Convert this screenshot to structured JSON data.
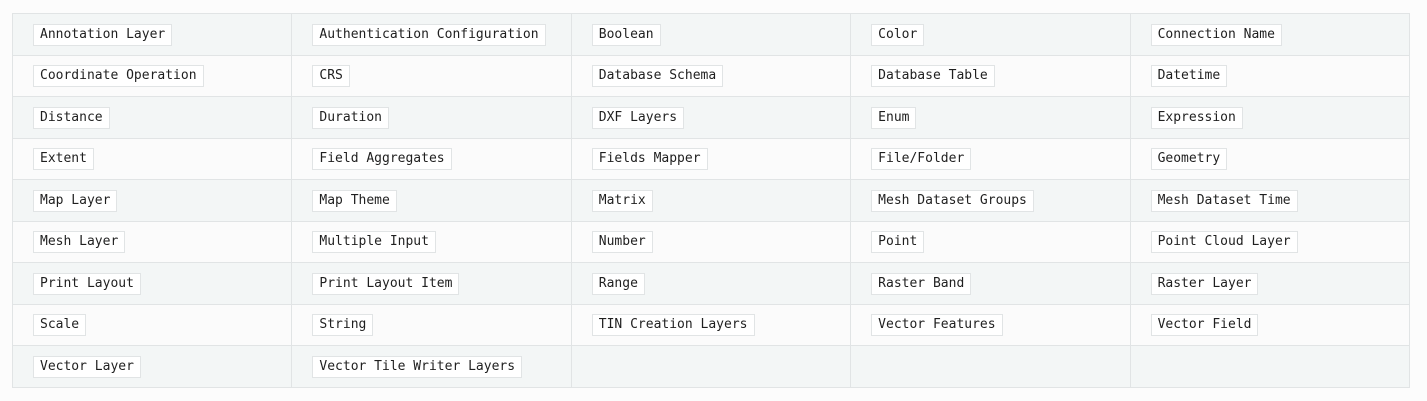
{
  "parameter_types": [
    [
      "Annotation Layer",
      "Authentication Configuration",
      "Boolean",
      "Color",
      "Connection Name"
    ],
    [
      "Coordinate Operation",
      "CRS",
      "Database Schema",
      "Database Table",
      "Datetime"
    ],
    [
      "Distance",
      "Duration",
      "DXF Layers",
      "Enum",
      "Expression"
    ],
    [
      "Extent",
      "Field Aggregates",
      "Fields Mapper",
      "File/Folder",
      "Geometry"
    ],
    [
      "Map Layer",
      "Map Theme",
      "Matrix",
      "Mesh Dataset Groups",
      "Mesh Dataset Time"
    ],
    [
      "Mesh Layer",
      "Multiple Input",
      "Number",
      "Point",
      "Point Cloud Layer"
    ],
    [
      "Print Layout",
      "Print Layout Item",
      "Range",
      "Raster Band",
      "Raster Layer"
    ],
    [
      "Scale",
      "String",
      "TIN Creation Layers",
      "Vector Features",
      "Vector Field"
    ],
    [
      "Vector Layer",
      "Vector Tile Writer Layers",
      "",
      "",
      ""
    ]
  ]
}
